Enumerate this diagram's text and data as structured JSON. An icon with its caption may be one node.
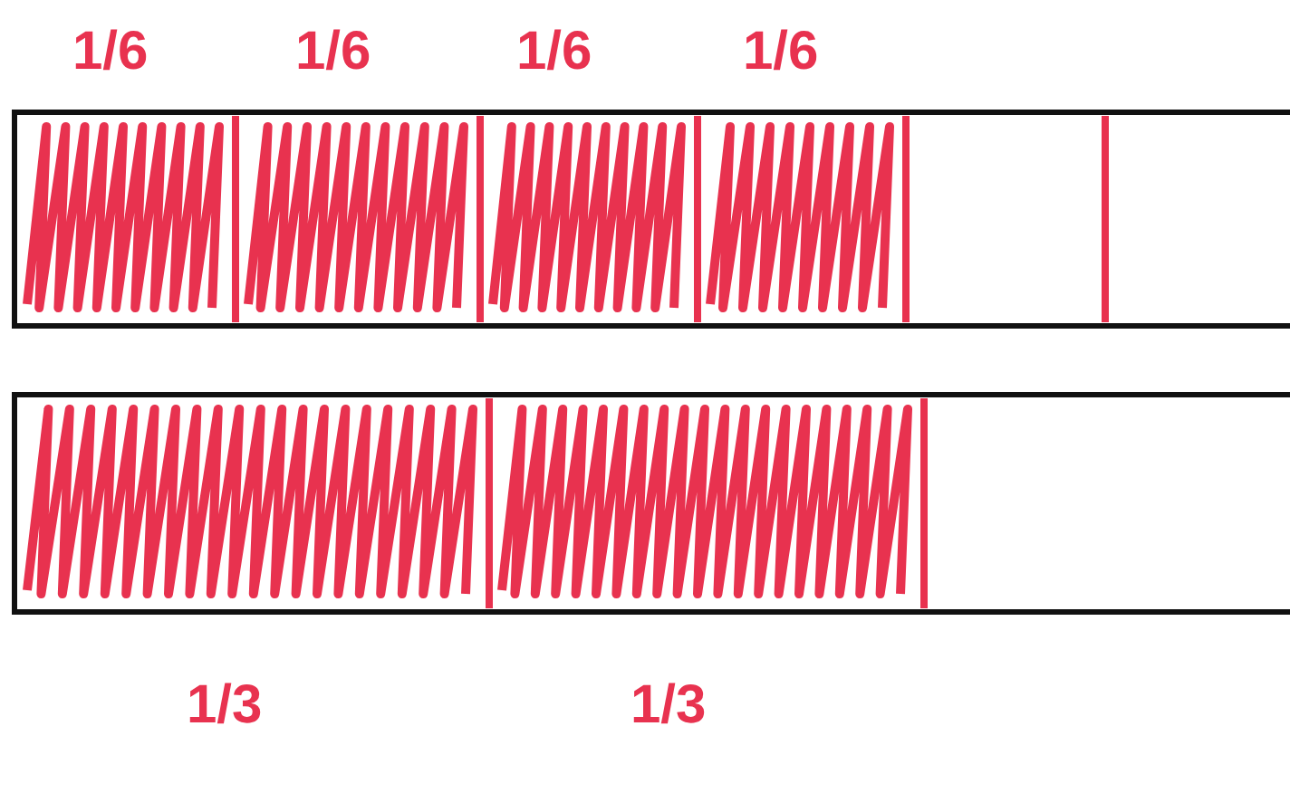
{
  "diagram": {
    "labels": [
      "1/6",
      "1/6",
      "1/6",
      "1/6",
      "1/3",
      "1/3"
    ]
  }
}
